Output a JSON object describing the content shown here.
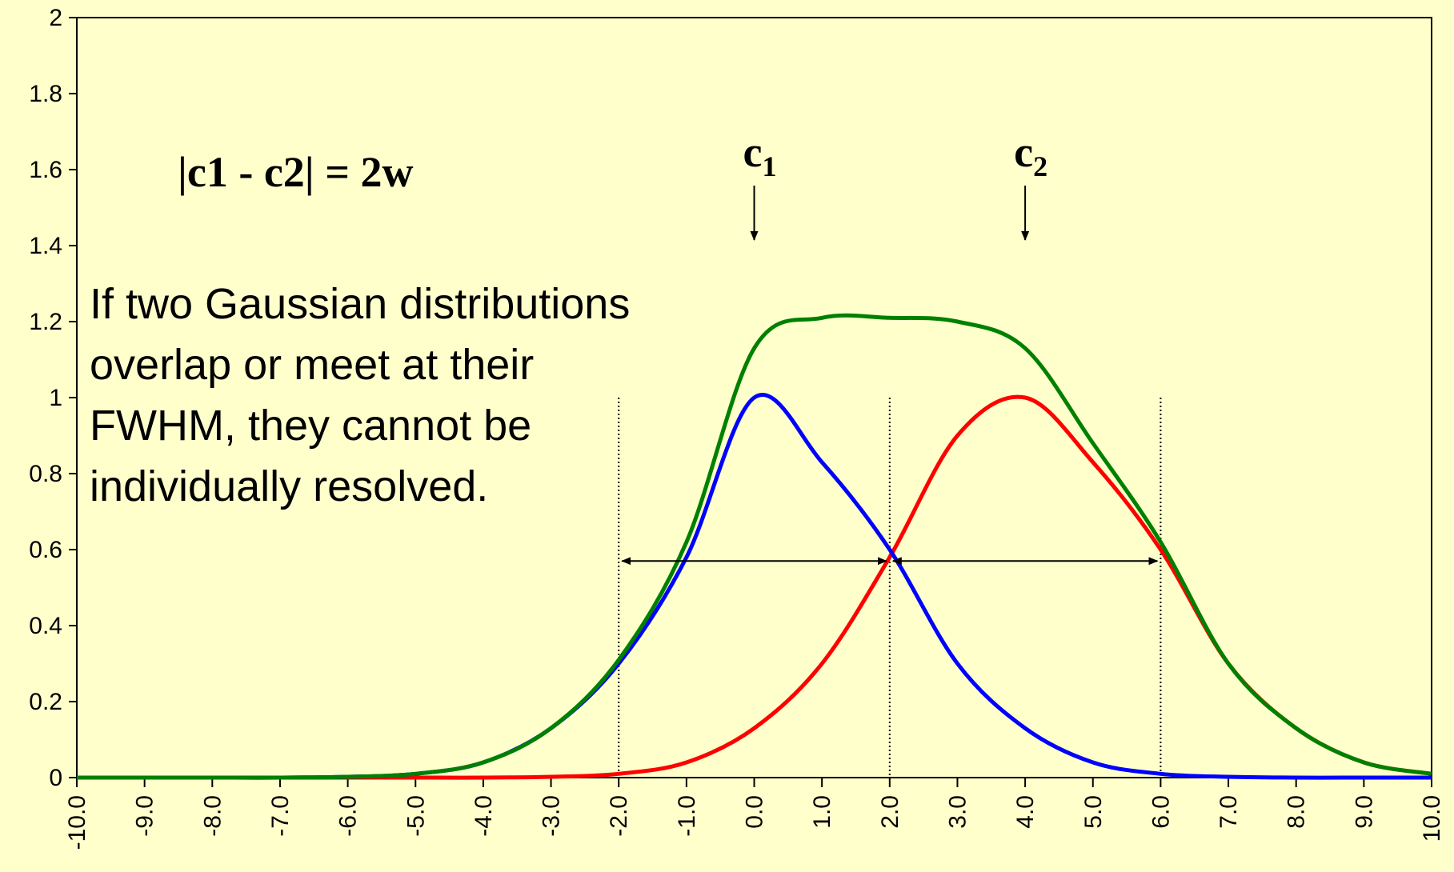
{
  "chart_data": {
    "type": "line",
    "title": "",
    "xlabel": "",
    "ylabel": "",
    "xlim": [
      -10,
      10
    ],
    "ylim": [
      0,
      2
    ],
    "x_ticks": [
      -10,
      -9,
      -8,
      -7,
      -6,
      -5,
      -4,
      -3,
      -2,
      -1,
      0,
      1,
      2,
      3,
      4,
      5,
      6,
      7,
      8,
      9,
      10
    ],
    "x_tick_labels": [
      "-10.0",
      "-9.0",
      "-8.0",
      "-7.0",
      "-6.0",
      "-5.0",
      "-4.0",
      "-3.0",
      "-2.0",
      "-1.0",
      "0.0",
      "1.0",
      "2.0",
      "3.0",
      "4.0",
      "5.0",
      "6.0",
      "7.0",
      "8.0",
      "9.0",
      "10.0"
    ],
    "y_ticks": [
      0,
      0.2,
      0.4,
      0.6,
      0.8,
      1,
      1.2,
      1.4,
      1.6,
      1.8,
      2
    ],
    "y_tick_labels": [
      "0",
      "0.2",
      "0.4",
      "0.6",
      "0.8",
      "1",
      "1.2",
      "1.4",
      "1.6",
      "1.8",
      "2"
    ],
    "grid": false,
    "legend": "none",
    "x": [
      -10,
      -9,
      -8,
      -7,
      -6,
      -5,
      -4,
      -3,
      -2,
      -1,
      0,
      1,
      2,
      3,
      4,
      5,
      6,
      7,
      8,
      9,
      10
    ],
    "series": [
      {
        "color": "#0000ff",
        "values": [
          0,
          0,
          0,
          0,
          0.002,
          0.01,
          0.04,
          0.13,
          0.3,
          0.58,
          1.0,
          0.83,
          0.6,
          0.3,
          0.13,
          0.04,
          0.01,
          0.002,
          0,
          0,
          0
        ]
      },
      {
        "color": "#ff0000",
        "values": [
          0,
          0,
          0,
          0,
          0,
          0,
          0,
          0.002,
          0.01,
          0.04,
          0.13,
          0.3,
          0.58,
          0.9,
          1.0,
          0.83,
          0.6,
          0.3,
          0.13,
          0.04,
          0.01
        ]
      },
      {
        "color": "#008000",
        "values": [
          0,
          0,
          0,
          0,
          0.002,
          0.01,
          0.04,
          0.13,
          0.31,
          0.62,
          1.13,
          1.21,
          1.21,
          1.2,
          1.13,
          0.88,
          0.62,
          0.3,
          0.13,
          0.04,
          0.01
        ]
      }
    ],
    "vlines": [
      -2,
      2,
      6
    ],
    "fwhm_arrows": [
      {
        "from": -2,
        "to": 2,
        "y": 0.57
      },
      {
        "from": 2,
        "to": 6,
        "y": 0.57
      }
    ],
    "peak_markers": [
      {
        "label": "c",
        "sub": "1",
        "x": 0
      },
      {
        "label": "c",
        "sub": "2",
        "x": 4
      }
    ],
    "annotations": {
      "equation": "|c1 - c2| = 2w",
      "note_lines": [
        "If two Gaussian distributions",
        "overlap or meet at their",
        "FWHM, they cannot be",
        "individually resolved."
      ]
    },
    "colors": {
      "background": "#ffffcc",
      "axis": "#000000"
    }
  }
}
